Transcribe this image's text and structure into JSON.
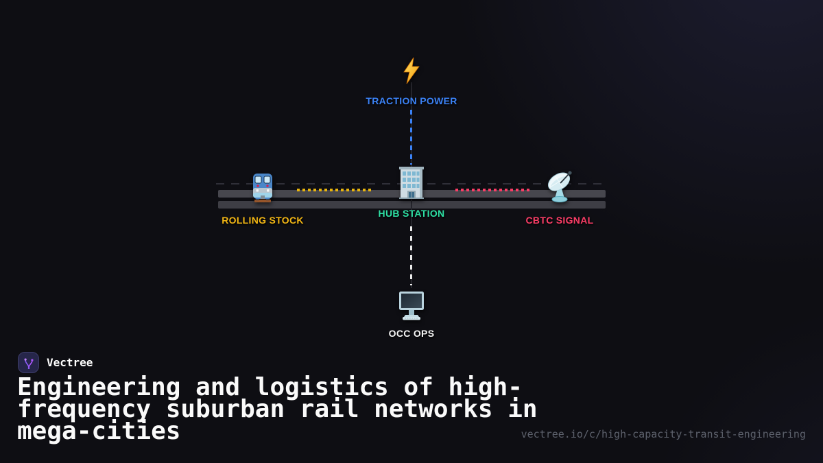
{
  "card": {
    "background_base": "#0e0e13",
    "background_glow": "#29294a"
  },
  "diagram": {
    "power": {
      "label": "TRACTION POWER",
      "color": "#3b82f6",
      "icon": "lightning-bolt"
    },
    "rolling_stock": {
      "label": "ROLLING STOCK",
      "color": "#f2b614",
      "icon": "train"
    },
    "hub": {
      "label": "HUB STATION",
      "color": "#2ee0a4",
      "icon": "office-building"
    },
    "cbtc": {
      "label": "CBTC SIGNAL",
      "color": "#fb3d66",
      "icon": "satellite-dish"
    },
    "occ": {
      "label": "OCC OPS",
      "color": "#f5f5f5",
      "icon": "desktop-computer"
    },
    "connectors": {
      "power_to_hub": {
        "style": "dashed",
        "color": "#3b82f6"
      },
      "train_to_hub": {
        "style": "dotted",
        "color": "#e9b50d"
      },
      "hub_to_cbtc": {
        "style": "dotted",
        "color": "#fb3d66"
      },
      "hub_to_occ": {
        "style": "dashed",
        "color": "#ececec"
      },
      "track_guideline": {
        "style": "long-dash",
        "color": "#2f2f38"
      }
    }
  },
  "footer": {
    "brand": "Vectree",
    "title": "Engineering and logistics of high-frequency suburban rail networks in mega-cities",
    "url": "vectree.io/c/high-capacity-transit-engineering"
  }
}
